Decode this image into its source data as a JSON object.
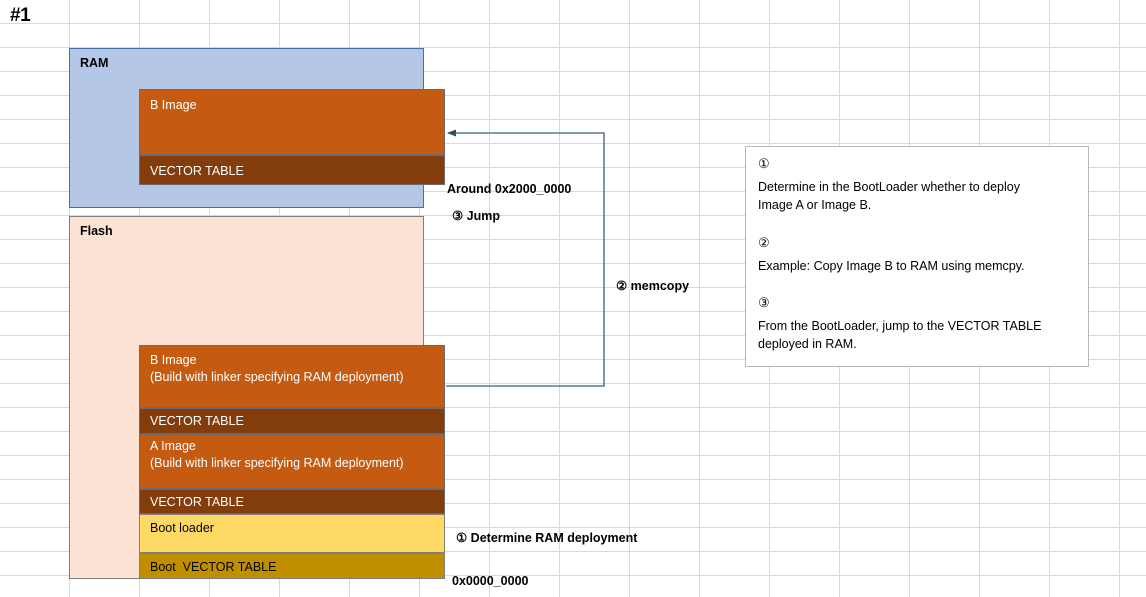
{
  "page": {
    "title": "#1"
  },
  "memory_regions": [
    {
      "id": "ram",
      "label": "RAM"
    },
    {
      "id": "flash",
      "label": "Flash"
    }
  ],
  "ram_blocks": [
    {
      "id": "ram-b-image",
      "label": "B Image",
      "sub": "",
      "color": "#c55a11"
    },
    {
      "id": "ram-b-vector-table",
      "label": "VECTOR TABLE",
      "sub": "",
      "color": "#833c0c"
    }
  ],
  "flash_blocks": [
    {
      "id": "flash-b-image",
      "label": "B Image",
      "sub": "(Build with linker specifying RAM deployment)",
      "color": "#c55a11"
    },
    {
      "id": "flash-b-vector-table",
      "label": "VECTOR TABLE",
      "sub": "",
      "color": "#833c0c"
    },
    {
      "id": "flash-a-image",
      "label": "A Image",
      "sub": "(Build with linker specifying RAM deployment)",
      "color": "#c55a11"
    },
    {
      "id": "flash-a-vector-table",
      "label": "VECTOR TABLE",
      "sub": "",
      "color": "#833c0c"
    },
    {
      "id": "flash-boot-loader",
      "label": "Boot loader",
      "sub": "",
      "color": "#ffd966"
    },
    {
      "id": "flash-boot-vector-table",
      "label": "Boot  VECTOR TABLE",
      "sub": "",
      "color": "#bf8f00"
    }
  ],
  "annotations": {
    "ram_address": "Around 0x2000_0000",
    "flash_address": "0x0000_0000",
    "step3_jump": "③ Jump",
    "step2_memcopy": "② memcopy",
    "step1_determine": "① Determine RAM deployment"
  },
  "notes": [
    {
      "number": "①",
      "text": "Determine in the BootLoader whether to deploy\nImage A or Image B."
    },
    {
      "number": "②",
      "text": "Example: Copy Image B to RAM  using memcpy."
    },
    {
      "number": "③",
      "text": "From the BootLoader, jump to the VECTOR TABLE\ndeployed in RAM."
    }
  ],
  "colors": {
    "ram_fill": "#b4c7e7",
    "flash_fill": "#fbe2d5",
    "image_fill": "#c55a11",
    "vector_table_fill": "#833c0c",
    "boot_loader_fill": "#ffd966",
    "boot_vector_table_fill": "#bf8f00",
    "arrow_stroke": "#44697d",
    "grid_line": "#d9d9d9"
  }
}
